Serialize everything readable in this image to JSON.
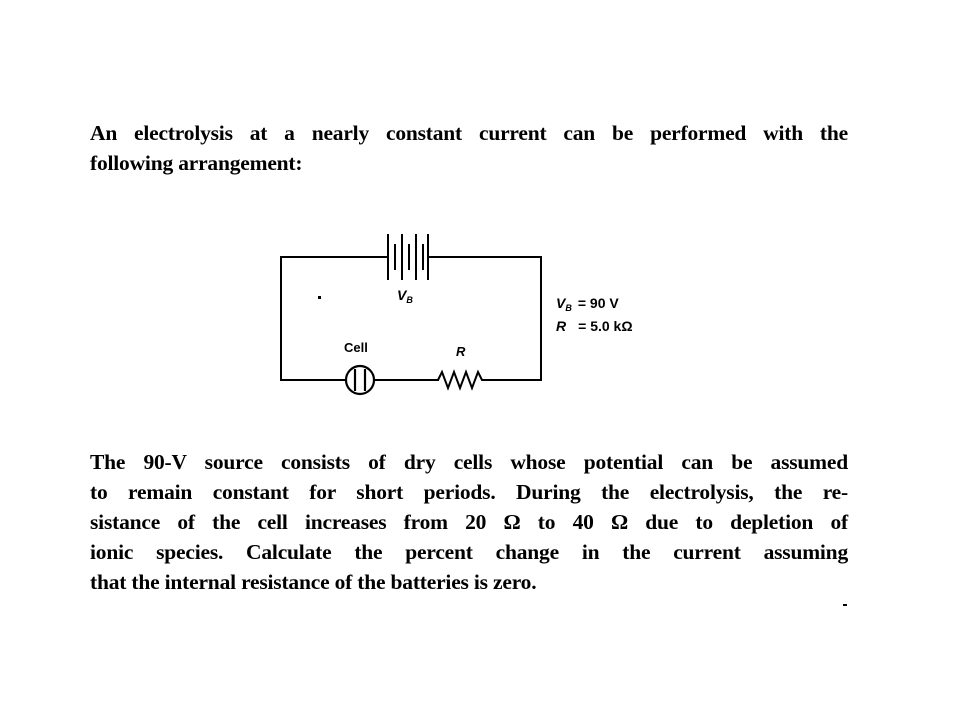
{
  "intro": {
    "lines": [
      "An electrolysis at a nearly constant current can be performed with the",
      "following arrangement:"
    ]
  },
  "circuit": {
    "battery_label": "V",
    "battery_label_sub": "B",
    "cell_label": "Cell",
    "resistor_label": "R",
    "legend": [
      {
        "symbol": "V",
        "sub": "B",
        "value": "= 90 V"
      },
      {
        "symbol": "R",
        "sub": "",
        "value": "= 5.0 kΩ"
      }
    ]
  },
  "problem": {
    "lines": [
      "The 90-V source consists of dry cells whose potential can be assumed",
      "to remain constant for short periods. During the electrolysis, the re-",
      "sistance of the cell increases from 20 Ω to 40 Ω due to depletion of",
      "ionic species. Calculate the percent change in the current assuming",
      "that the internal resistance of the batteries is zero."
    ]
  }
}
